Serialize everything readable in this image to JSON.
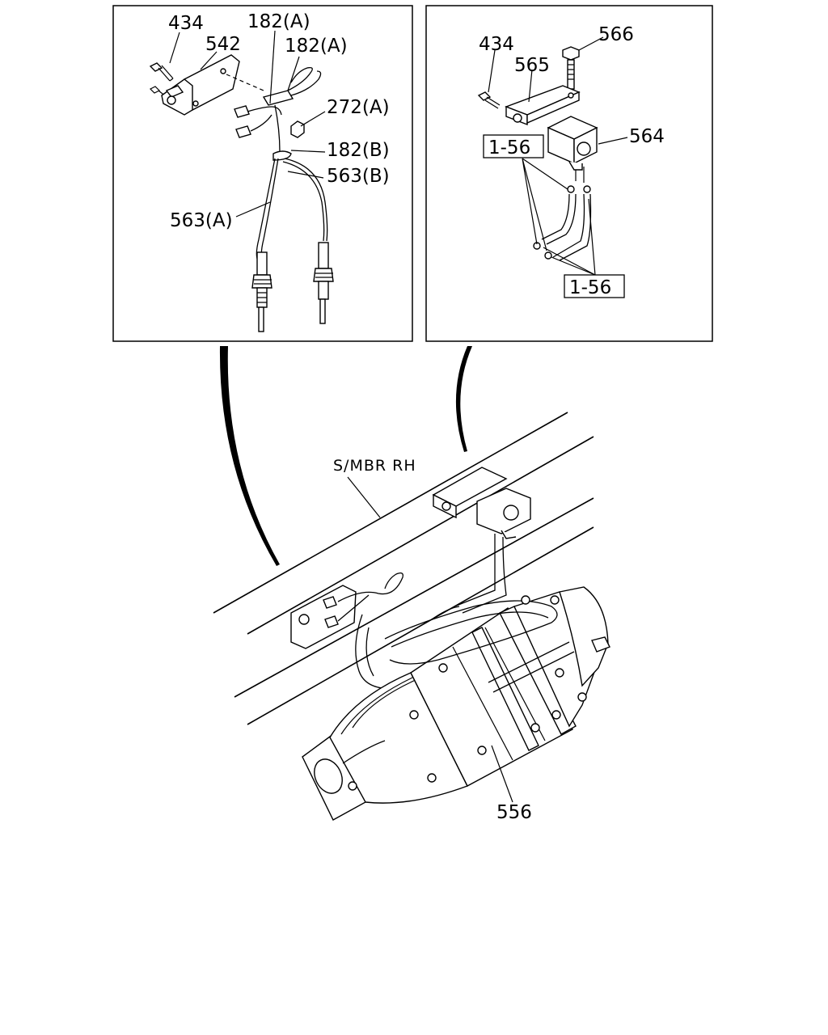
{
  "left_panel": {
    "callouts": [
      "434",
      "542",
      "182(A)",
      "182(A)",
      "272(A)",
      "182(B)",
      "563(B)",
      "563(A)"
    ]
  },
  "right_panel": {
    "callouts": [
      "434",
      "566",
      "565",
      "564"
    ],
    "references": [
      "1-56",
      "1-56"
    ]
  },
  "main_view": {
    "frame_label": "S/MBR RH",
    "callouts": [
      "556"
    ]
  }
}
